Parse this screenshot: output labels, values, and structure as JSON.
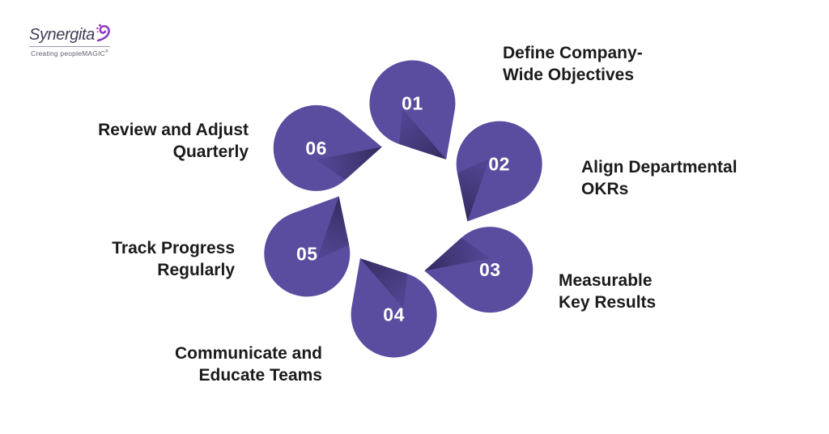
{
  "logo": {
    "brand": "Synergita",
    "tagline": "Creating peopleMAGIC",
    "tagline_mark": "®",
    "icon": "synergita-swirl-icon",
    "brand_color": "#433d56",
    "icon_color_top": "#a93cc4",
    "icon_color_bottom": "#6f3ec6"
  },
  "diagram": {
    "petal_color": "#5a4d9f",
    "fold_dark_color": "#33295f",
    "fold_light_color": "#514593",
    "number_color": "#ffffff",
    "label_color": "#1b1b1b",
    "steps": [
      {
        "number": "01",
        "label_line1": "Define Company-",
        "label_line2": "Wide Objectives"
      },
      {
        "number": "02",
        "label_line1": "Align Departmental",
        "label_line2": "OKRs"
      },
      {
        "number": "03",
        "label_line1": "Measurable",
        "label_line2": "Key Results"
      },
      {
        "number": "04",
        "label_line1": "Communicate and",
        "label_line2": "Educate Teams"
      },
      {
        "number": "05",
        "label_line1": "Track Progress",
        "label_line2": "Regularly"
      },
      {
        "number": "06",
        "label_line1": "Review and Adjust",
        "label_line2": "Quarterly"
      }
    ]
  }
}
